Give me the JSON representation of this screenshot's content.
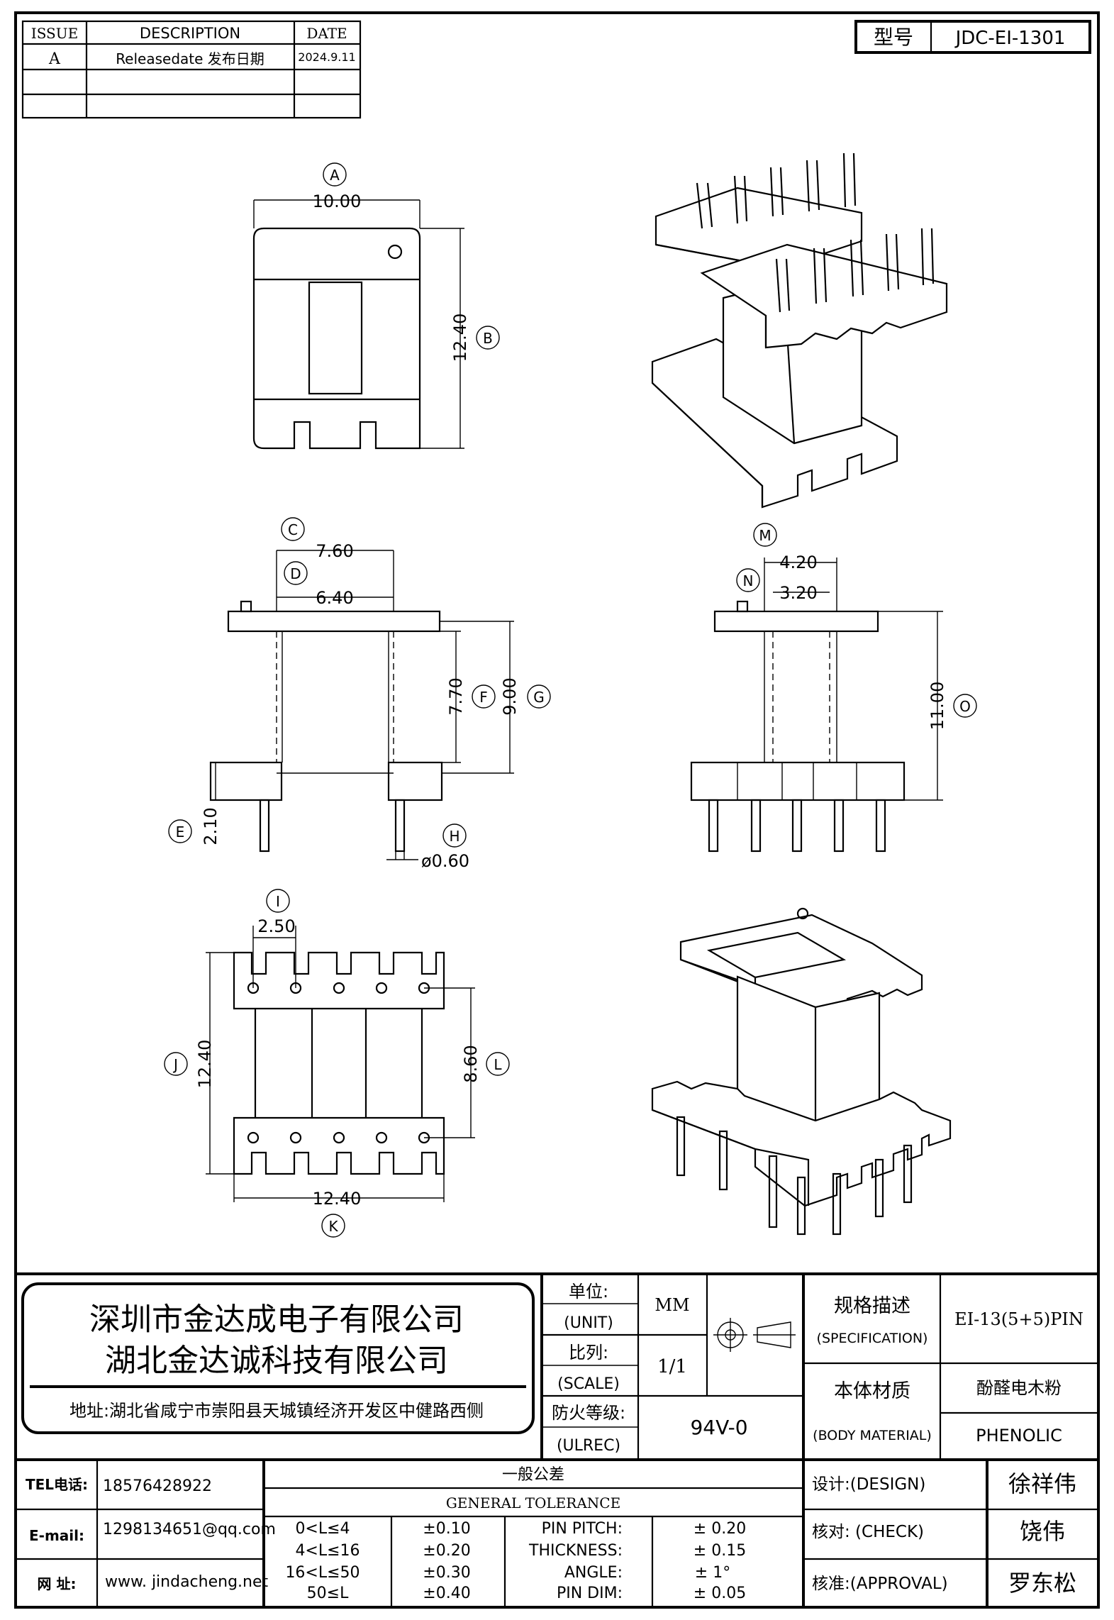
{
  "revision_table": {
    "headers": {
      "issue": "ISSUE",
      "description": "DESCRIPTION",
      "date": "DATE"
    },
    "rows": [
      {
        "issue": "A",
        "description": "Releasedate 发布日期",
        "date": "2024.9.11"
      },
      {
        "issue": "",
        "description": "",
        "date": ""
      },
      {
        "issue": "",
        "description": "",
        "date": ""
      }
    ]
  },
  "model": {
    "label": "型号",
    "value": "JDC-EI-1301"
  },
  "dimensions": {
    "A": "10.00",
    "B": "12.40",
    "C": "7.60",
    "D": "6.40",
    "E": "2.10",
    "F": "7.70",
    "G": "9.00",
    "H": "ø0.60",
    "I": "2.50",
    "J": "12.40",
    "K": "12.40",
    "L": "8.60",
    "M": "4.20",
    "N": "3.20",
    "O": "11.00"
  },
  "company": {
    "name_1": "深圳市金达成电子有限公司",
    "name_2": "湖北金达诚科技有限公司",
    "address": "地址:湖北省咸宁市崇阳县天城镇经济开发区中健路西侧"
  },
  "spec": {
    "unit_cn": "单位:",
    "unit_en": "(UNIT)",
    "unit_value": "MM",
    "scale_cn": "比列:",
    "scale_en": "(SCALE)",
    "scale_value": "1/1",
    "fire_cn": "防火等级:",
    "fire_en": "(ULREC)",
    "fire_value": "94V-0",
    "spec_cn": "规格描述",
    "spec_en": "(SPECIFICATION)",
    "spec_value": "EI-13(5+5)PIN",
    "material_cn": "本体材质",
    "material_en": "(BODY MATERIAL)",
    "material_value_cn": "酚醛电木粉",
    "material_value_en": "PHENOLIC"
  },
  "contact": {
    "tel_label": "TEL电话:",
    "tel": "18576428922",
    "email_label": "E-mail:",
    "email": "1298134651@qq.com",
    "web_label": "网 址:",
    "web": "www. jindacheng.net"
  },
  "tolerance": {
    "title_cn": "一般公差",
    "title_en": "GENERAL TOLERANCE",
    "ranges": [
      {
        "range": "0<L≤4",
        "tol": "±0.10"
      },
      {
        "range": "4<L≤16",
        "tol": "±0.20"
      },
      {
        "range": "16<L≤50",
        "tol": "±0.30"
      },
      {
        "range": "50≤L",
        "tol": "±0.40"
      }
    ],
    "items": [
      {
        "label": "PIN PITCH:",
        "tol": "± 0.20"
      },
      {
        "label": "THICKNESS:",
        "tol": "± 0.15"
      },
      {
        "label": "ANGLE:",
        "tol": "± 1°"
      },
      {
        "label": "PIN DIM:",
        "tol": "± 0.05"
      }
    ]
  },
  "approval": {
    "design_label": "设计:(DESIGN)",
    "design_name": "徐祥伟",
    "check_label": "核对: (CHECK)",
    "check_name": "饶伟",
    "approval_label": "核准:(APPROVAL)",
    "approval_name": "罗东松"
  }
}
